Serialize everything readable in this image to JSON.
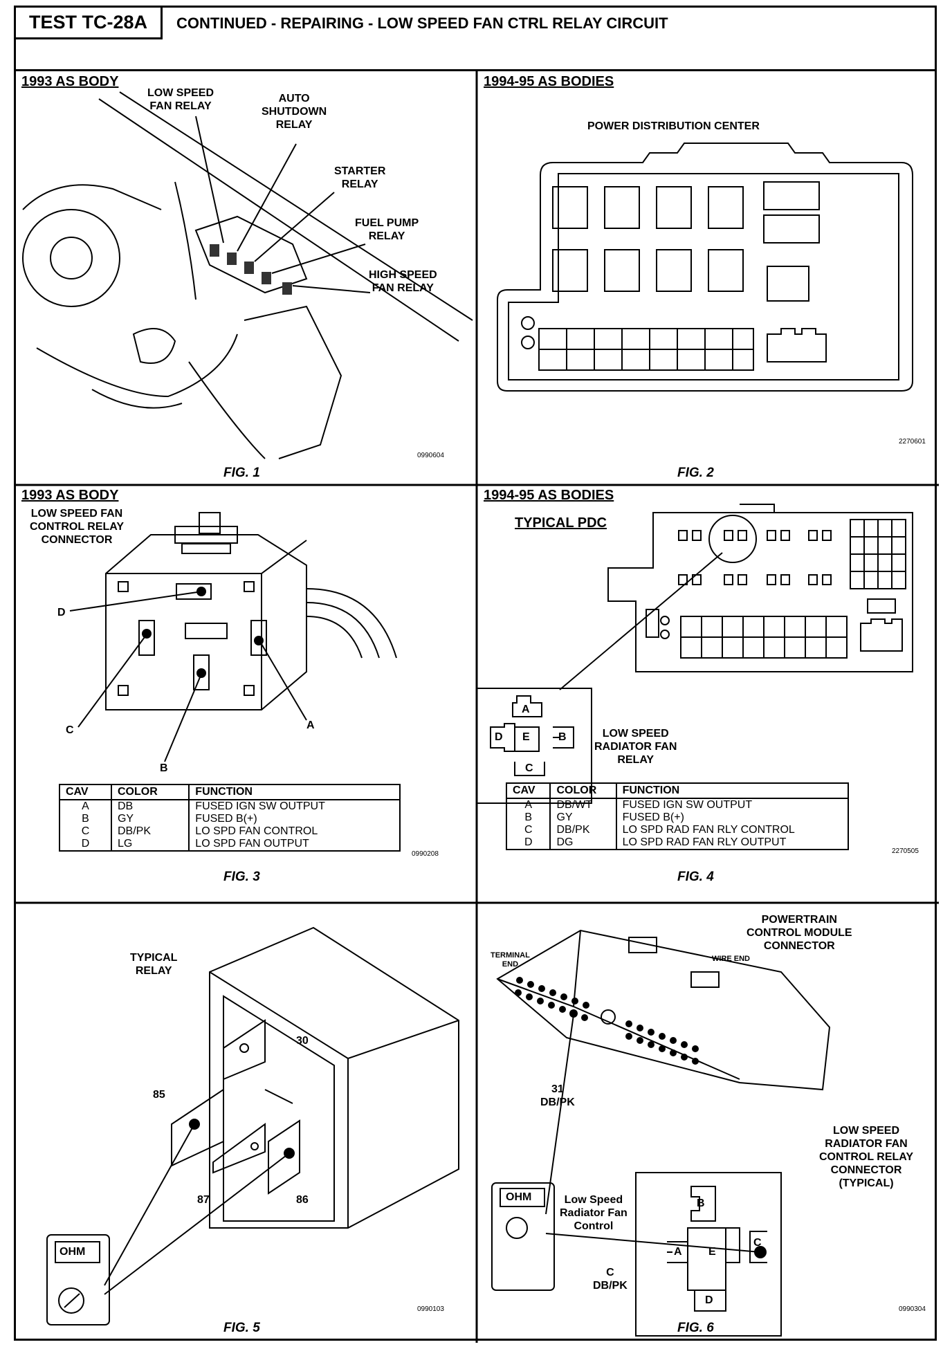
{
  "header": {
    "test_id": "TEST TC-28A",
    "title": "CONTINUED - REPAIRING - LOW SPEED FAN CTRL RELAY CIRCUIT"
  },
  "fig1": {
    "heading": "1993 AS BODY",
    "caption": "FIG. 1",
    "code": "0990604",
    "labels": {
      "low_speed": "LOW SPEED\nFAN RELAY",
      "auto_shutdown": "AUTO\nSHUTDOWN\nRELAY",
      "starter": "STARTER\nRELAY",
      "fuel_pump": "FUEL PUMP\nRELAY",
      "high_speed": "HIGH SPEED\nFAN RELAY"
    }
  },
  "fig2": {
    "heading": "1994-95 AS BODIES",
    "caption": "FIG. 2",
    "code": "2270601",
    "title": "POWER DISTRIBUTION CENTER"
  },
  "fig3": {
    "heading": "1993 AS BODY",
    "caption": "FIG. 3",
    "code": "0990208",
    "connector_label": "LOW SPEED FAN\nCONTROL RELAY\nCONNECTOR",
    "pins": {
      "a": "A",
      "b": "B",
      "c": "C",
      "d": "D"
    },
    "table": {
      "headers": [
        "CAV",
        "COLOR",
        "FUNCTION"
      ],
      "rows": [
        [
          "A",
          "DB",
          "FUSED IGN SW OUTPUT"
        ],
        [
          "B",
          "GY",
          "FUSED B(+)"
        ],
        [
          "C",
          "DB/PK",
          "LO SPD FAN CONTROL"
        ],
        [
          "D",
          "LG",
          "LO SPD FAN OUTPUT"
        ]
      ]
    }
  },
  "fig4": {
    "heading": "1994-95 AS BODIES",
    "caption": "FIG. 4",
    "code": "2270505",
    "subheading": "TYPICAL PDC",
    "relay_label": "LOW SPEED\nRADIATOR FAN\nRELAY",
    "pins": {
      "a": "A",
      "b": "B",
      "c": "C",
      "d": "D",
      "e": "E"
    },
    "table": {
      "headers": [
        "CAV",
        "COLOR",
        "FUNCTION"
      ],
      "rows": [
        [
          "A",
          "DB/WT",
          "FUSED IGN SW OUTPUT"
        ],
        [
          "B",
          "GY",
          "FUSED B(+)"
        ],
        [
          "C",
          "DB/PK",
          "LO SPD RAD FAN RLY CONTROL"
        ],
        [
          "D",
          "DG",
          "LO SPD RAD FAN RLY OUTPUT"
        ]
      ]
    }
  },
  "fig5": {
    "caption": "FIG. 5",
    "code": "0990103",
    "title": "TYPICAL\nRELAY",
    "meter": "OHM",
    "pins": {
      "p30": "30",
      "p85": "85",
      "p86": "86",
      "p87": "87"
    }
  },
  "fig6": {
    "caption": "FIG. 6",
    "code": "0990304",
    "pcm_label": "POWERTRAIN\nCONTROL MODULE\nCONNECTOR",
    "terminal_end": "TERMINAL\nEND",
    "wire_end": "WIRE  END",
    "pin31": "31\nDB/PK",
    "control_label": "Low Speed\nRadiator Fan\nControl",
    "pinc": "C\nDB/PK",
    "relay_connector": "LOW SPEED\nRADIATOR FAN\nCONTROL RELAY\nCONNECTOR\n(TYPICAL)",
    "meter": "OHM",
    "pins": {
      "a": "A",
      "b": "B",
      "c": "C",
      "d": "D",
      "e": "E"
    }
  }
}
